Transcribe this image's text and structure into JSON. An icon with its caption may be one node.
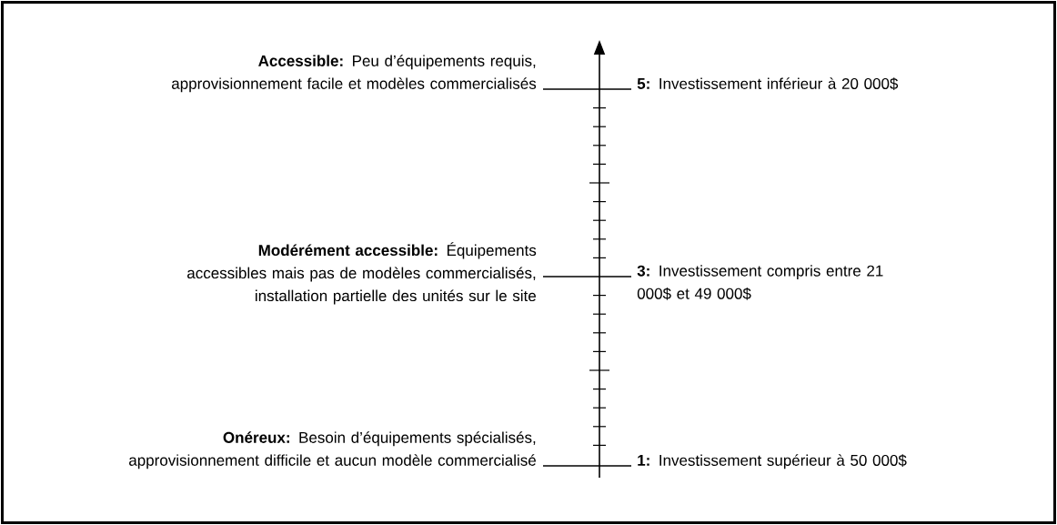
{
  "diagram": {
    "labels": [
      "**Accessible:** Peu d’équipements requis, approvisionnement facile et modèles commercialisés",
      "**5:** Investissement inférieur à 20 000$",
      "**Modérément accessible:** Équipements accessibles mais pas de modèles commercialisés, installation partielle des unités sur le site",
      "**3:** Investissement compris entre 21 000$ et 49 000$",
      "**Onéreux:** Besoin d’équipements spécialisés, approvisionnement difficile et aucun modèle commercialisé",
      "**1:** Investissement supérieur à 50 000$"
    ]
  }
}
